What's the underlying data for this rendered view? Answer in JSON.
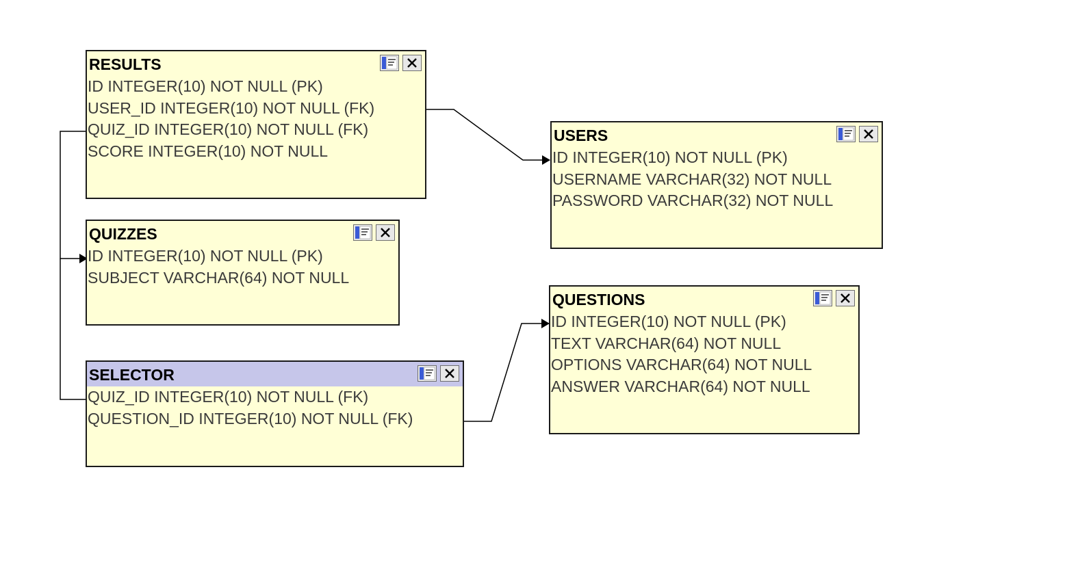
{
  "diagram": {
    "tables": {
      "results": {
        "name": "RESULTS",
        "columns": [
          "ID  INTEGER(10) NOT NULL (PK)",
          "USER_ID  INTEGER(10) NOT NULL (FK)",
          "QUIZ_ID  INTEGER(10) NOT NULL (FK)",
          "SCORE  INTEGER(10) NOT NULL"
        ]
      },
      "quizzes": {
        "name": "QUIZZES",
        "columns": [
          "ID  INTEGER(10) NOT NULL (PK)",
          "SUBJECT  VARCHAR(64) NOT NULL"
        ]
      },
      "selector": {
        "name": "SELECTOR",
        "selected": true,
        "columns": [
          "QUIZ_ID  INTEGER(10) NOT NULL (FK)",
          "QUESTION_ID  INTEGER(10) NOT NULL (FK)"
        ]
      },
      "users": {
        "name": "USERS",
        "columns": [
          "ID  INTEGER(10) NOT NULL (PK)",
          "USERNAME  VARCHAR(32) NOT NULL",
          "PASSWORD  VARCHAR(32) NOT NULL"
        ]
      },
      "questions": {
        "name": "QUESTIONS",
        "columns": [
          "ID  INTEGER(10) NOT NULL (PK)",
          "TEXT  VARCHAR(64) NOT NULL",
          "OPTIONS  VARCHAR(64) NOT NULL",
          "ANSWER  VARCHAR(64) NOT NULL"
        ]
      }
    },
    "relations": [
      {
        "from": "RESULTS.USER_ID",
        "to": "USERS.ID"
      },
      {
        "from": "RESULTS.QUIZ_ID",
        "to": "QUIZZES.ID"
      },
      {
        "from": "SELECTOR.QUIZ_ID",
        "to": "QUIZZES.ID"
      },
      {
        "from": "SELECTOR.QUESTION_ID",
        "to": "QUESTIONS.ID"
      }
    ]
  },
  "colors": {
    "table_fill": "#ffffd6",
    "selected_header": "#c6c6ea",
    "border": "#1a1a1a",
    "column_text": "#3a3a3a",
    "connector": "#000000"
  },
  "icons": {
    "properties_button": "table-properties-icon",
    "close_button": "close-icon",
    "relation_end": "arrowhead-icon"
  }
}
